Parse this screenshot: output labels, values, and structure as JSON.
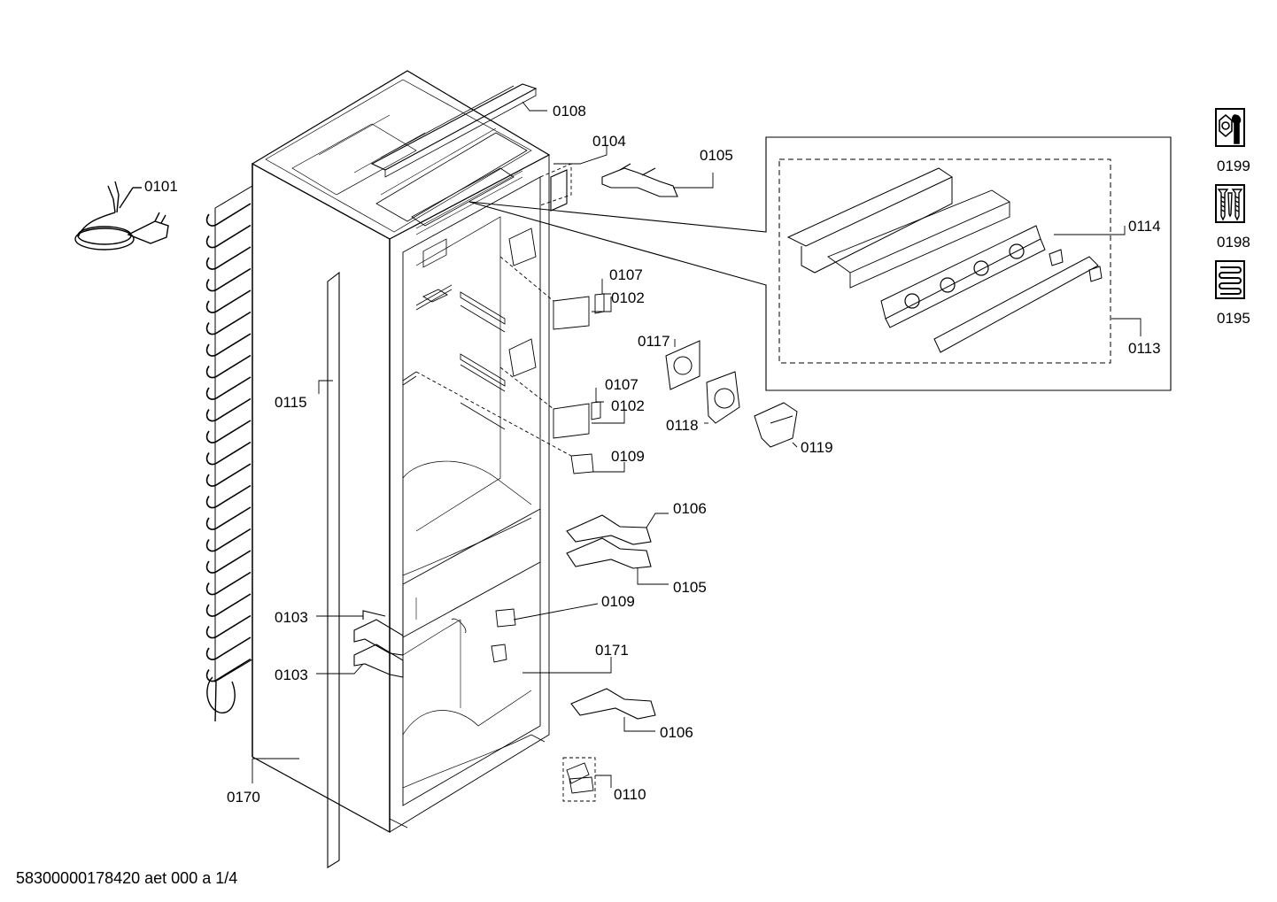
{
  "diagram": {
    "labels": {
      "p0101": "0101",
      "p0102a": "0102",
      "p0102b": "0102",
      "p0103a": "0103",
      "p0103b": "0103",
      "p0104": "0104",
      "p0105a": "0105",
      "p0105b": "0105",
      "p0106a": "0106",
      "p0106b": "0106",
      "p0107a": "0107",
      "p0107b": "0107",
      "p0108": "0108",
      "p0109a": "0109",
      "p0109b": "0109",
      "p0110": "0110",
      "p0113": "0113",
      "p0114": "0114",
      "p0115": "0115",
      "p0117": "0117",
      "p0118": "0118",
      "p0119": "0119",
      "p0170": "0170",
      "p0171": "0171",
      "p0195": "0195",
      "p0198": "0198",
      "p0199": "0199"
    },
    "icons": {
      "i0199": "nut-wrench-icon",
      "i0198": "screws-icon",
      "i0195": "tube-coil-icon"
    },
    "footer": "58300000178420 aet 000 a 1/4",
    "line_color": "#000000",
    "background": "#ffffff"
  }
}
